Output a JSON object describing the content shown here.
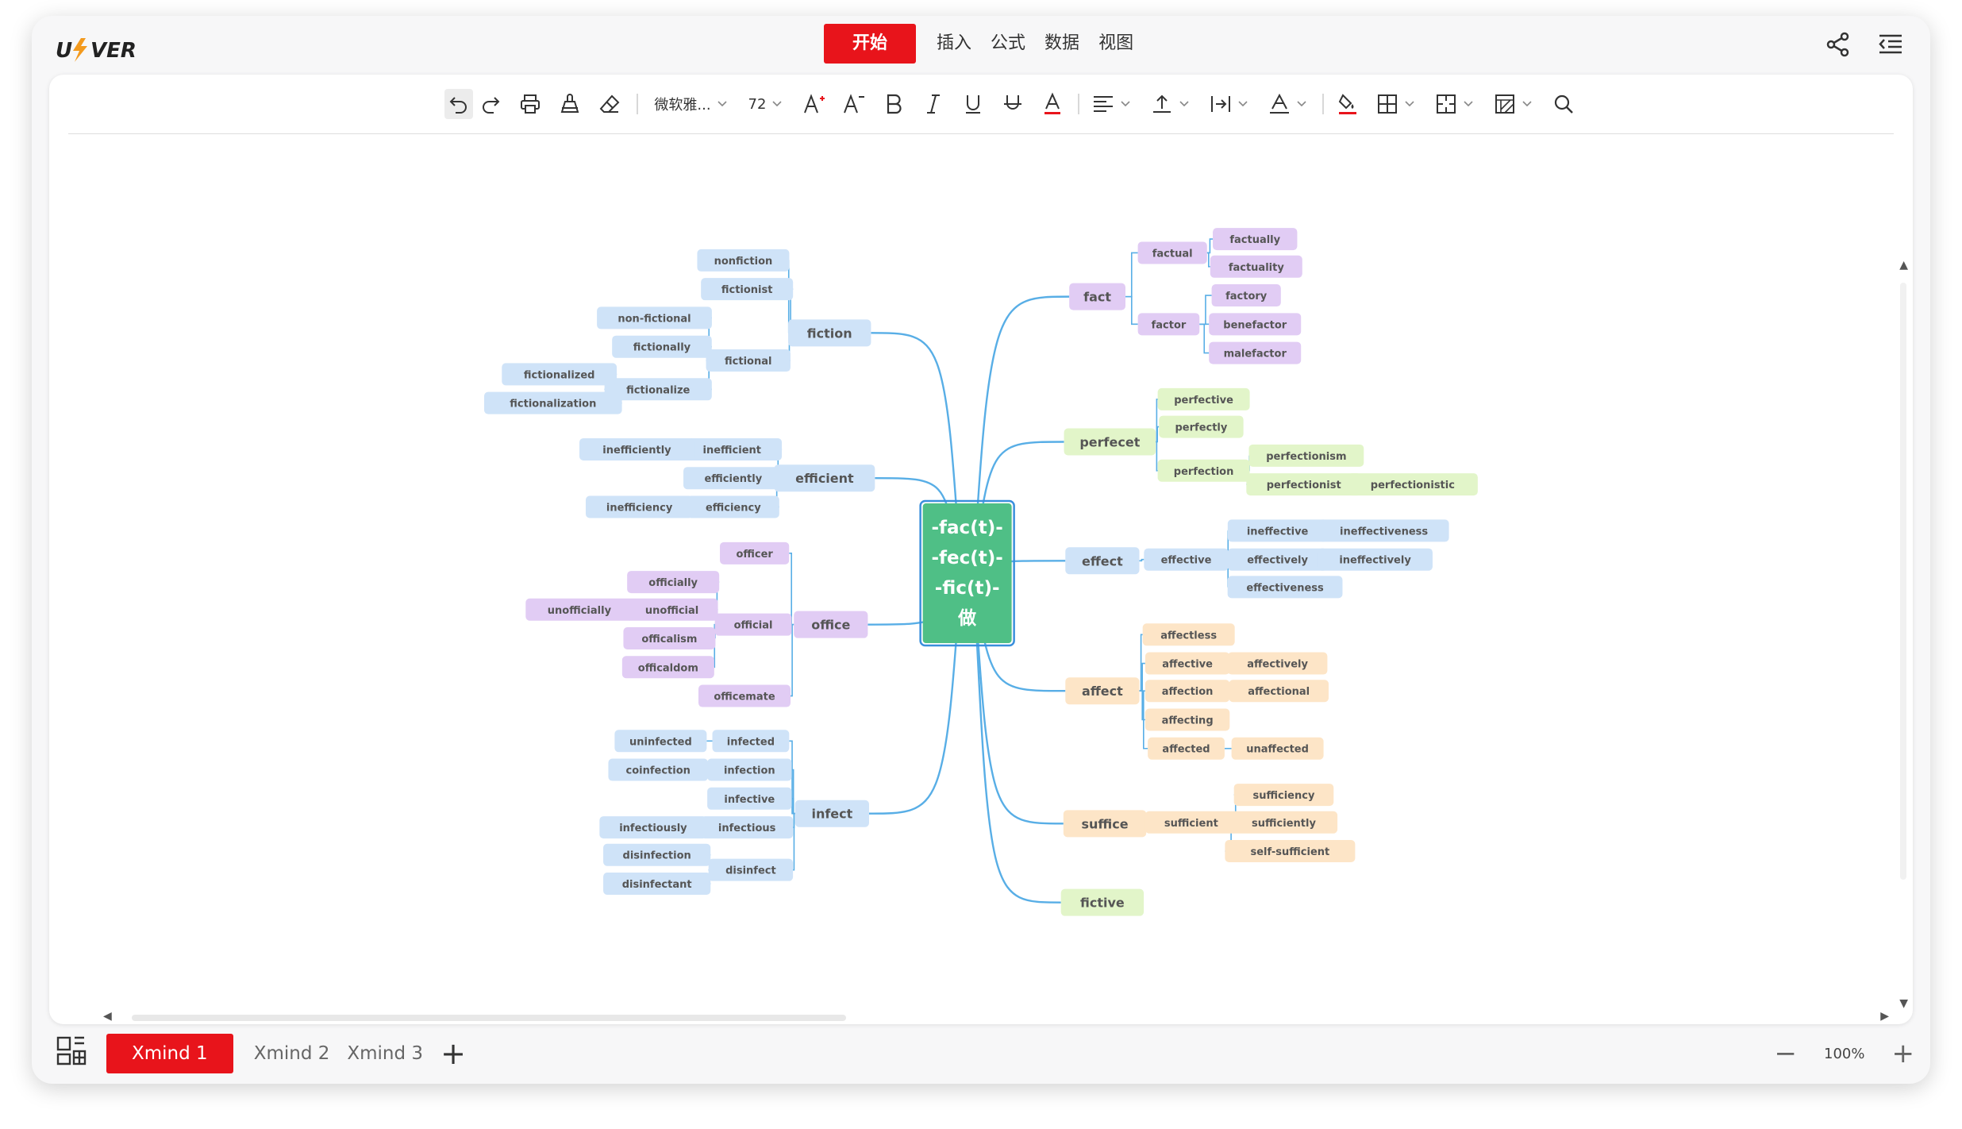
{
  "app": {
    "logo_text": "U VER"
  },
  "menu": {
    "items": [
      "开始",
      "插入",
      "公式",
      "数据",
      "视图"
    ],
    "active": "开始"
  },
  "toolbar": {
    "font_name": "微软雅...",
    "font_size": "72"
  },
  "sheets": {
    "tabs": [
      "Xmind 1",
      "Xmind 2",
      "Xmind 3"
    ],
    "active": "Xmind 1"
  },
  "zoom": {
    "value": "100%"
  },
  "colors": {
    "accent": "#e8141b",
    "connector": "#58aee6",
    "root_fill": "#4fbf86",
    "root_border": "#3a8fdc",
    "blue": "#cfe3f8",
    "purple": "#e1ccf4",
    "green": "#e2f5c9",
    "peach": "#fde5c7"
  },
  "mindmap": {
    "root": {
      "lines": [
        "-fac(t)-",
        "-fec(t)-",
        "-fic(t)-",
        "做"
      ]
    },
    "branches": [
      {
        "name": "fact",
        "color": "purple",
        "children": [
          {
            "name": "factual",
            "children": [
              {
                "name": "factually"
              },
              {
                "name": "factuality"
              }
            ]
          },
          {
            "name": "factor",
            "children": [
              {
                "name": "factory"
              },
              {
                "name": "benefactor"
              },
              {
                "name": "malefactor"
              }
            ]
          }
        ]
      },
      {
        "name": "perfecet",
        "color": "green",
        "children": [
          {
            "name": "perfective"
          },
          {
            "name": "perfectly"
          },
          {
            "name": "perfection",
            "children": [
              {
                "name": "perfectionism"
              },
              {
                "name": "perfectionist",
                "children": [
                  {
                    "name": "perfectionistic"
                  }
                ]
              }
            ]
          }
        ]
      },
      {
        "name": "effect",
        "color": "blue",
        "children": [
          {
            "name": "effective",
            "children": [
              {
                "name": "ineffective",
                "children": [
                  {
                    "name": "ineffectiveness"
                  }
                ]
              },
              {
                "name": "effectively",
                "children": [
                  {
                    "name": "ineffectively"
                  }
                ]
              },
              {
                "name": "effectiveness"
              }
            ]
          }
        ]
      },
      {
        "name": "affect",
        "color": "peach",
        "children": [
          {
            "name": "affectless"
          },
          {
            "name": "affective",
            "children": [
              {
                "name": "affectively"
              }
            ]
          },
          {
            "name": "affection",
            "children": [
              {
                "name": "affectional"
              }
            ]
          },
          {
            "name": "affecting"
          },
          {
            "name": "affected",
            "children": [
              {
                "name": "unaffected"
              }
            ]
          }
        ]
      },
      {
        "name": "suffice",
        "color": "peach",
        "children": [
          {
            "name": "sufficient",
            "children": [
              {
                "name": "sufficiency"
              },
              {
                "name": "sufficiently"
              },
              {
                "name": "self-sufficient"
              }
            ]
          }
        ]
      },
      {
        "name": "fictive",
        "color": "green",
        "children": []
      },
      {
        "name": "fiction",
        "color": "blue",
        "children": [
          {
            "name": "nonfiction"
          },
          {
            "name": "fictionist"
          },
          {
            "name": "fictional",
            "children": [
              {
                "name": "non-fictional"
              },
              {
                "name": "fictionally"
              },
              {
                "name": "fictionalize",
                "children": [
                  {
                    "name": "fictionalized"
                  },
                  {
                    "name": "fictionalization"
                  }
                ]
              }
            ]
          }
        ]
      },
      {
        "name": "efficient",
        "color": "blue",
        "children": [
          {
            "name": "inefficient",
            "children": [
              {
                "name": "inefficiently"
              }
            ]
          },
          {
            "name": "efficiently"
          },
          {
            "name": "efficiency",
            "children": [
              {
                "name": "inefficiency"
              }
            ]
          }
        ]
      },
      {
        "name": "office",
        "color": "purple",
        "children": [
          {
            "name": "officer"
          },
          {
            "name": "official",
            "children": [
              {
                "name": "officially"
              },
              {
                "name": "unofficial",
                "children": [
                  {
                    "name": "unofficially"
                  }
                ]
              },
              {
                "name": "officalism"
              },
              {
                "name": "officaldom"
              }
            ]
          },
          {
            "name": "officemate"
          }
        ]
      },
      {
        "name": "infect",
        "color": "blue",
        "children": [
          {
            "name": "infected",
            "children": [
              {
                "name": "uninfected"
              }
            ]
          },
          {
            "name": "infection",
            "children": [
              {
                "name": "coinfection"
              }
            ]
          },
          {
            "name": "infective"
          },
          {
            "name": "infectious",
            "children": [
              {
                "name": "infectiously"
              }
            ]
          },
          {
            "name": "disinfect",
            "children": [
              {
                "name": "disinfection"
              },
              {
                "name": "disinfectant"
              }
            ]
          }
        ]
      }
    ]
  }
}
